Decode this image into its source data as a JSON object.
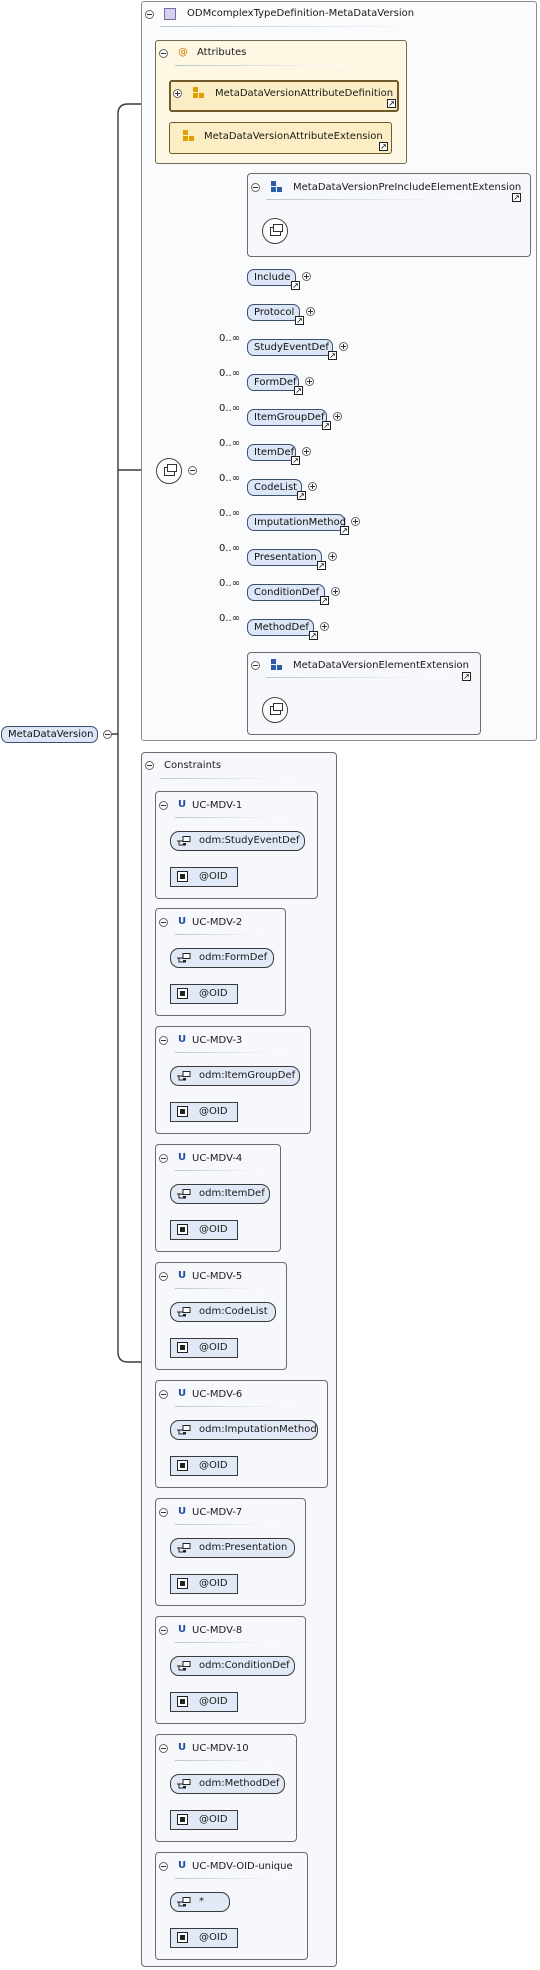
{
  "root": {
    "label": "MetaDataVersion"
  },
  "complex_type": {
    "title": "ODMcomplexTypeDefinition-MetaDataVersion"
  },
  "attributes": {
    "title": "Attributes",
    "items": [
      "MetaDataVersionAttributeDefinition",
      "MetaDataVersionAttributeExtension"
    ]
  },
  "pre_include_ext": {
    "title": "MetaDataVersionPreIncludeElementExtension"
  },
  "elements": [
    {
      "label": "Include",
      "occurs": ""
    },
    {
      "label": "Protocol",
      "occurs": ""
    },
    {
      "label": "StudyEventDef",
      "occurs": "0..∞"
    },
    {
      "label": "FormDef",
      "occurs": "0..∞"
    },
    {
      "label": "ItemGroupDef",
      "occurs": "0..∞"
    },
    {
      "label": "ItemDef",
      "occurs": "0..∞"
    },
    {
      "label": "CodeList",
      "occurs": "0..∞"
    },
    {
      "label": "ImputationMethod",
      "occurs": "0..∞"
    },
    {
      "label": "Presentation",
      "occurs": "0..∞"
    },
    {
      "label": "ConditionDef",
      "occurs": "0..∞"
    },
    {
      "label": "MethodDef",
      "occurs": "0..∞"
    }
  ],
  "element_ext": {
    "title": "MetaDataVersionElementExtension"
  },
  "constraints": {
    "title": "Constraints",
    "items": [
      {
        "name": "UC-MDV-1",
        "selector": "odm:StudyEventDef",
        "field": "@OID"
      },
      {
        "name": "UC-MDV-2",
        "selector": "odm:FormDef",
        "field": "@OID"
      },
      {
        "name": "UC-MDV-3",
        "selector": "odm:ItemGroupDef",
        "field": "@OID"
      },
      {
        "name": "UC-MDV-4",
        "selector": "odm:ItemDef",
        "field": "@OID"
      },
      {
        "name": "UC-MDV-5",
        "selector": "odm:CodeList",
        "field": "@OID"
      },
      {
        "name": "UC-MDV-6",
        "selector": "odm:ImputationMethod",
        "field": "@OID"
      },
      {
        "name": "UC-MDV-7",
        "selector": "odm:Presentation",
        "field": "@OID"
      },
      {
        "name": "UC-MDV-8",
        "selector": "odm:ConditionDef",
        "field": "@OID"
      },
      {
        "name": "UC-MDV-10",
        "selector": "odm:MethodDef",
        "field": "@OID"
      },
      {
        "name": "UC-MDV-OID-unique",
        "selector": "*",
        "field": "@OID"
      }
    ]
  },
  "glyphs": {
    "attribute_icon": "@",
    "unique_icon": "U",
    "link_icon": "↗"
  },
  "colors": {
    "element_fill": "#dce6f6",
    "attribute_fill": "#fbeec4",
    "unique_badge": "#1f4fa0"
  }
}
